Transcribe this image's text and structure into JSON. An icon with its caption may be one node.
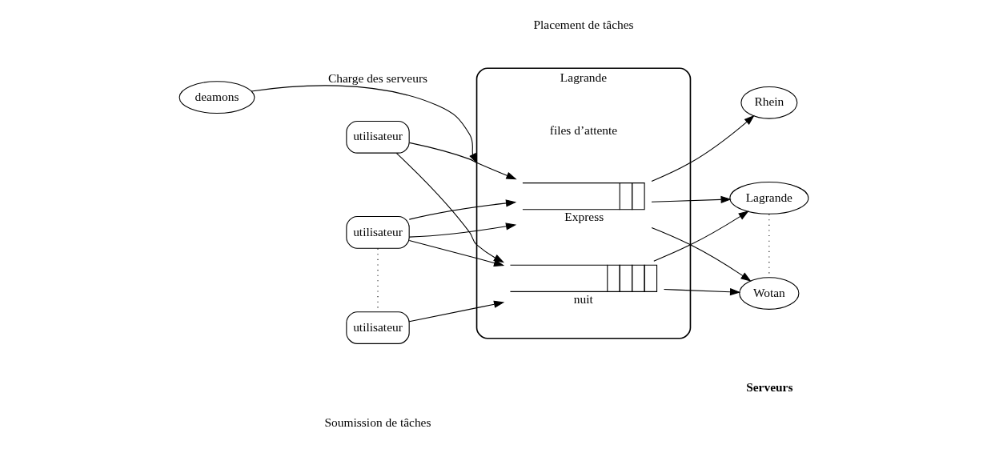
{
  "diagram": {
    "nodes": [
      {
        "text": [
          "deamons"
        ]
      },
      {
        "text": [
          "Lagrande"
        ]
      },
      {
        "text": [],
        "shape": "box",
        "in": 1,
        "beside": [
          "Express"
        ]
      },
      {
        "text": [],
        "shape": "box",
        "in": 1,
        "beside": [
          "nuit"
        ]
      },
      {
        "text": [
          "utilisateur"
        ]
      },
      {
        "text": [
          "utilisateur"
        ]
      },
      {
        "text": [
          "utilisateur"
        ]
      },
      {
        "text": [
          "Rhein"
        ]
      },
      {
        "text": [
          "Lagrande"
        ]
      },
      {
        "text": [
          "Wotan"
        ]
      }
    ],
    "edges": [
      {
        "from": 0,
        "to": 1,
        "arrow": "to",
        "label": "Charge des serveurs"
      },
      {
        "from": 4,
        "to": 2,
        "arrow": "to"
      },
      {
        "from": 4,
        "to": 3,
        "arrow": "to"
      },
      {
        "from": 5,
        "to": 2,
        "arrow": "to"
      },
      {
        "from": 5,
        "to": 2,
        "arrow": "to"
      },
      {
        "from": 5,
        "to": 3,
        "arrow": "to"
      },
      {
        "from": 6,
        "to": 3,
        "arrow": "to"
      },
      {
        "from": 5,
        "to": 6,
        "arrow": "none",
        "style": "dashed"
      },
      {
        "from": 2,
        "to": 7,
        "arrow": "to"
      },
      {
        "from": 2,
        "to": 8,
        "arrow": "to"
      },
      {
        "from": 2,
        "to": 9,
        "arrow": "to"
      },
      {
        "from": 3,
        "to": 8,
        "arrow": "to"
      },
      {
        "from": 3,
        "to": 9,
        "arrow": "to"
      },
      {
        "from": 8,
        "to": 9,
        "arrow": "none",
        "style": "dashed"
      }
    ],
    "labels": [
      "files d’attente",
      "Placement de tâches",
      "Soumission de tâches",
      "Serveurs"
    ]
  }
}
